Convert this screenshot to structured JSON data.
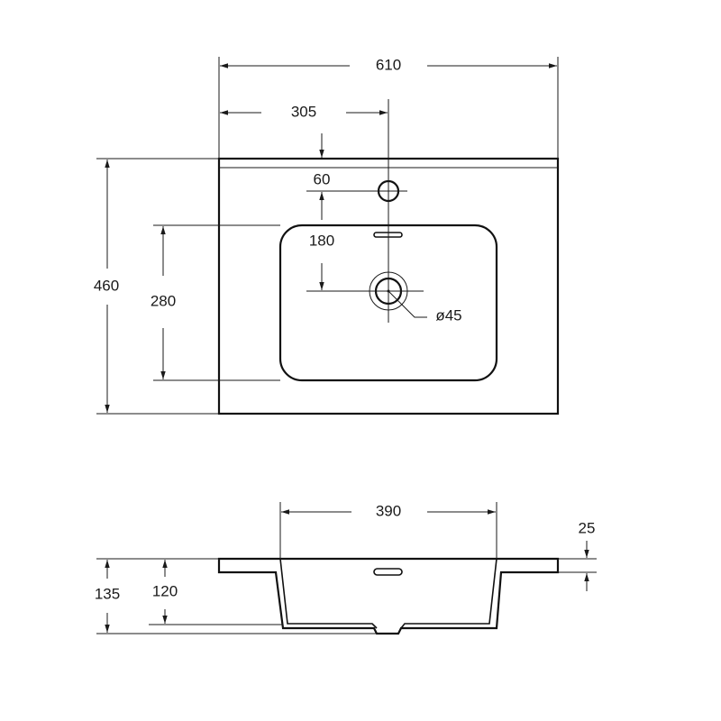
{
  "drawing": {
    "top_view": {
      "overall_width": "610",
      "center_offset": "305",
      "overall_depth": "460",
      "bowl_depth": "280",
      "tap_hole_offset": "60",
      "tap_to_drain": "180",
      "drain_diameter": "ø45"
    },
    "side_view": {
      "bowl_width": "390",
      "deck_thickness": "25",
      "total_height": "135",
      "bowl_height": "120"
    }
  }
}
